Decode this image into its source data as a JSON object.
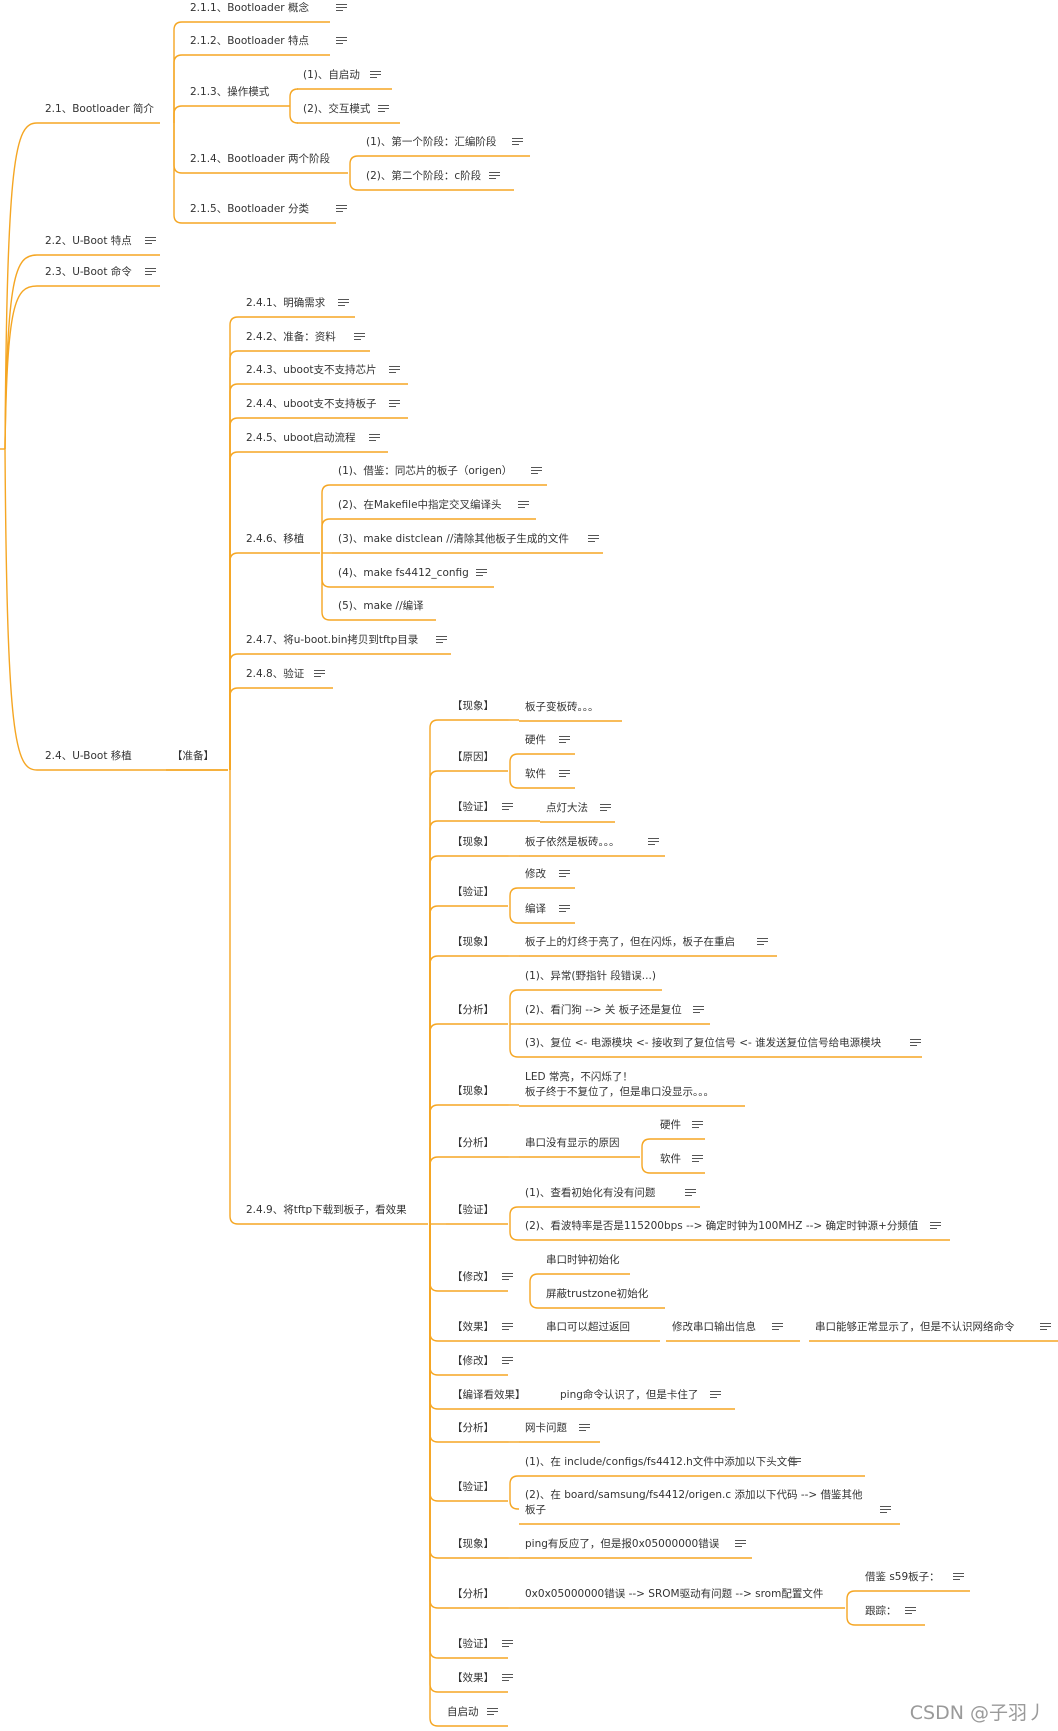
{
  "accent_color": "#f5a623",
  "watermark": "CSDN @子羽丿",
  "mindmap": {
    "nodes": [
      {
        "id": "n1",
        "text": "2.1、Bootloader 简介",
        "note": false
      },
      {
        "id": "n1_1",
        "text": "2.1.1、Bootloader 概念",
        "note": true
      },
      {
        "id": "n1_2",
        "text": "2.1.2、Bootloader 特点",
        "note": true
      },
      {
        "id": "n1_3",
        "text": "2.1.3、操作模式",
        "note": false
      },
      {
        "id": "n1_3a",
        "text": "(1)、自启动",
        "note": true
      },
      {
        "id": "n1_3b",
        "text": "(2)、交互模式",
        "note": true
      },
      {
        "id": "n1_4",
        "text": "2.1.4、Bootloader 两个阶段",
        "note": false
      },
      {
        "id": "n1_4a",
        "text": "(1)、第一个阶段：汇编阶段",
        "note": true
      },
      {
        "id": "n1_4b",
        "text": "(2)、第二个阶段：c阶段",
        "note": true
      },
      {
        "id": "n1_5",
        "text": "2.1.5、Bootloader 分类",
        "note": true
      },
      {
        "id": "n2",
        "text": "2.2、U-Boot 特点",
        "note": true
      },
      {
        "id": "n3",
        "text": "2.3、U-Boot 命令",
        "note": true
      },
      {
        "id": "n4",
        "text": "2.4、U-Boot 移植",
        "note": false
      },
      {
        "id": "n4x",
        "text": "【准备】",
        "note": false
      },
      {
        "id": "n4_1",
        "text": "2.4.1、明确需求",
        "note": true
      },
      {
        "id": "n4_2",
        "text": "2.4.2、准备：资料",
        "note": true
      },
      {
        "id": "n4_3",
        "text": "2.4.3、uboot支不支持芯片",
        "note": true
      },
      {
        "id": "n4_4",
        "text": "2.4.4、uboot支不支持板子",
        "note": true
      },
      {
        "id": "n4_5",
        "text": "2.4.5、uboot启动流程",
        "note": true
      },
      {
        "id": "n4_6",
        "text": "2.4.6、移植",
        "note": false
      },
      {
        "id": "n4_6a",
        "text": "(1)、借鉴：同芯片的板子（origen）",
        "note": true
      },
      {
        "id": "n4_6b",
        "text": "(2)、在Makefile中指定交叉编译头",
        "note": true
      },
      {
        "id": "n4_6c",
        "text": "(3)、make distclean //清除其他板子生成的文件",
        "note": true
      },
      {
        "id": "n4_6d",
        "text": "(4)、make fs4412_config",
        "note": true
      },
      {
        "id": "n4_6e",
        "text": "(5)、make //编译",
        "note": false
      },
      {
        "id": "n4_7",
        "text": "2.4.7、将u-boot.bin拷贝到tftp目录",
        "note": true
      },
      {
        "id": "n4_8",
        "text": "2.4.8、验证",
        "note": true
      },
      {
        "id": "n4_9",
        "text": "2.4.9、将tftp下载到板子，看效果",
        "note": false
      },
      {
        "id": "s1",
        "text": "【现象】",
        "note": false
      },
      {
        "id": "s1a",
        "text": "板子变板砖。。。",
        "note": false
      },
      {
        "id": "s2",
        "text": "【原因】",
        "note": false
      },
      {
        "id": "s2a",
        "text": "硬件",
        "note": true
      },
      {
        "id": "s2b",
        "text": "软件",
        "note": true
      },
      {
        "id": "s3",
        "text": "【验证】",
        "note": true
      },
      {
        "id": "s3a",
        "text": "点灯大法",
        "note": true
      },
      {
        "id": "s4",
        "text": "【现象】",
        "note": false
      },
      {
        "id": "s4a",
        "text": "板子依然是板砖。。。",
        "note": true
      },
      {
        "id": "s5",
        "text": "【验证】",
        "note": false
      },
      {
        "id": "s5a",
        "text": "修改",
        "note": true
      },
      {
        "id": "s5b",
        "text": "编译",
        "note": true
      },
      {
        "id": "s6",
        "text": "【现象】",
        "note": false
      },
      {
        "id": "s6a",
        "text": "板子上的灯终于亮了，但在闪烁，板子在重启",
        "note": true
      },
      {
        "id": "s7",
        "text": "【分析】",
        "note": false
      },
      {
        "id": "s7a",
        "text": "(1)、异常(野指针 段错误...)",
        "note": false
      },
      {
        "id": "s7b",
        "text": "(2)、看门狗 --> 关 板子还是复位",
        "note": true
      },
      {
        "id": "s7c",
        "text": "(3)、复位 <- 电源模块 <- 接收到了复位信号 <- 谁发送复位信号给电源模块",
        "note": true
      },
      {
        "id": "s8",
        "text": "【现象】",
        "note": false
      },
      {
        "id": "s8a1",
        "text": "LED 常亮，不闪烁了！",
        "note": false
      },
      {
        "id": "s8a2",
        "text": "板子终于不复位了，但是串口没显示。。。",
        "note": false
      },
      {
        "id": "s9",
        "text": "【分析】",
        "note": false
      },
      {
        "id": "s9a",
        "text": "串口没有显示的原因",
        "note": false
      },
      {
        "id": "s9b",
        "text": "硬件",
        "note": true
      },
      {
        "id": "s9c",
        "text": "软件",
        "note": true
      },
      {
        "id": "s10",
        "text": "【验证】",
        "note": false
      },
      {
        "id": "s10a",
        "text": "(1)、查看初始化有没有问题",
        "note": true
      },
      {
        "id": "s10b",
        "text": "(2)、看波特率是否是115200bps --> 确定时钟为100MHZ --> 确定时钟源+分频值",
        "note": true
      },
      {
        "id": "s11",
        "text": "【修改】",
        "note": true
      },
      {
        "id": "s11a",
        "text": "串口时钟初始化",
        "note": false
      },
      {
        "id": "s11b",
        "text": "屏蔽trustzone初始化",
        "note": false
      },
      {
        "id": "s12",
        "text": "【效果】",
        "note": true
      },
      {
        "id": "s12a",
        "text": "串口可以超过返回",
        "note": false
      },
      {
        "id": "s12b",
        "text": "修改串口输出信息",
        "note": true
      },
      {
        "id": "s12c",
        "text": "串口能够正常显示了，但是不认识网络命令",
        "note": true
      },
      {
        "id": "s13",
        "text": "【修改】",
        "note": true
      },
      {
        "id": "s14",
        "text": "【编译看效果】",
        "note": false
      },
      {
        "id": "s14a",
        "text": "ping命令认识了，但是卡住了",
        "note": true
      },
      {
        "id": "s15",
        "text": "【分析】",
        "note": false
      },
      {
        "id": "s15a",
        "text": "网卡问题",
        "note": true
      },
      {
        "id": "s16",
        "text": "【验证】",
        "note": false
      },
      {
        "id": "s16a",
        "text": "(1)、在 include/configs/fs4412.h文件中添加以下头文件",
        "note": true
      },
      {
        "id": "s16b1",
        "text": "(2)、在 board/samsung/fs4412/origen.c 添加以下代码 --> 借鉴其他",
        "note": false
      },
      {
        "id": "s16b2",
        "text": "板子",
        "note": true
      },
      {
        "id": "s17",
        "text": "【现象】",
        "note": false
      },
      {
        "id": "s17a",
        "text": "ping有反应了，但是报0x05000000错误",
        "note": true
      },
      {
        "id": "s18",
        "text": "【分析】",
        "note": false
      },
      {
        "id": "s18a",
        "text": "0x0x05000000错误 --> SROM驱动有问题 --> srom配置文件",
        "note": false
      },
      {
        "id": "s18b",
        "text": "借鉴 s59板子：",
        "note": true
      },
      {
        "id": "s18c",
        "text": "跟踪：",
        "note": true
      },
      {
        "id": "s19",
        "text": "【验证】",
        "note": true
      },
      {
        "id": "s20",
        "text": "【效果】",
        "note": true
      },
      {
        "id": "s21",
        "text": "自启动",
        "note": true
      }
    ]
  }
}
